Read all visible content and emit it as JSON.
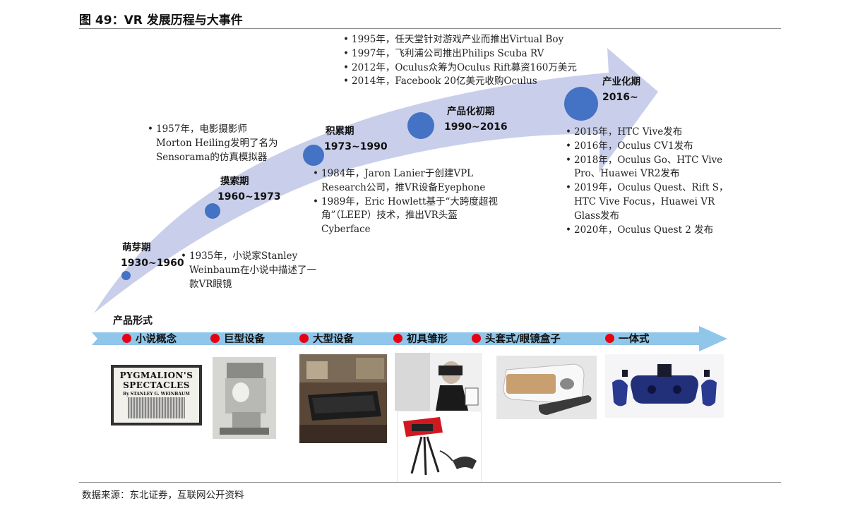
{
  "figure": {
    "title": "图 49：VR 发展历程与大事件",
    "source": "数据来源：东北证券，互联网公开资料"
  },
  "colors": {
    "main_arrow": "#c9cfea",
    "stage_dot": "#4472c4",
    "form_arrow": "#8fc6ea",
    "form_dot": "#e60012"
  },
  "stages": [
    {
      "name": "萌芽期",
      "years": "1930~1960"
    },
    {
      "name": "摸索期",
      "years": "1960~1973"
    },
    {
      "name": "积累期",
      "years": "1973~1990"
    },
    {
      "name": "产品化初期",
      "years": "1990~2016"
    },
    {
      "name": "产业化期",
      "years": "2016~"
    }
  ],
  "events": {
    "germination": [
      {
        "lines": [
          "1935年，小说家Stanley",
          "Weinbaum在小说中描述了一",
          "款VR眼镜"
        ]
      }
    ],
    "exploration": [
      {
        "lines": [
          "1957年，电影摄影师",
          "Morton Heiling发明了名为",
          "Sensorama的仿真模拟器"
        ]
      }
    ],
    "accumulation": [
      {
        "lines": [
          "1984年，Jaron Lanier于创建VPL",
          "Research公司，推VR设备Eyephone"
        ]
      },
      {
        "lines": [
          "1989年，Eric Howlett基于“大跨度超视",
          "角”（LEEP）技术，推出VR头盔",
          "Cyberface"
        ]
      }
    ],
    "early_product": [
      {
        "lines": [
          "1995年，任天堂针对游戏产业而推出Virtual Boy"
        ]
      },
      {
        "lines": [
          "1997年，飞利浦公司推出Philips Scuba RV"
        ]
      },
      {
        "lines": [
          "2012年，Oculus众筹为Oculus Rift募资160万美元"
        ]
      },
      {
        "lines": [
          "2014年，Facebook 20亿美元收购Oculus"
        ]
      }
    ],
    "industrial": [
      {
        "lines": [
          "2015年，HTC Vive发布"
        ]
      },
      {
        "lines": [
          "2016年，Oculus CV1发布"
        ]
      },
      {
        "lines": [
          "2018年，Oculus Go、HTC  Vive",
          "Pro、Huawei VR2发布"
        ]
      },
      {
        "lines": [
          "2019年，Oculus Quest、Rift S，",
          "HTC Vive Focus，Huawei VR",
          "Glass发布"
        ]
      },
      {
        "lines": [
          "2020年，Oculus Quest 2 发布"
        ]
      }
    ]
  },
  "product_forms": {
    "label": "产品形式",
    "items": [
      "小说概念",
      "巨型设备",
      "大型设备",
      "初具雏形",
      "头套式/眼镜盒子",
      "一体式"
    ]
  },
  "book_cover": {
    "line1": "PYGMALION'S",
    "line2": "SPECTACLES",
    "author": "By STANLEY G. WEINBAUM"
  }
}
